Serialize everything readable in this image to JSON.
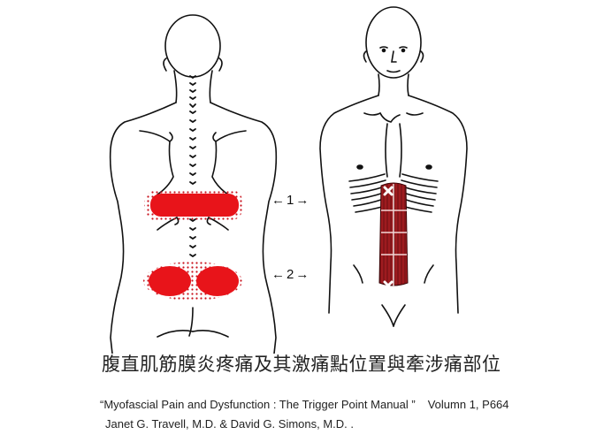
{
  "figure": {
    "left_view": "back-view-referred-pain",
    "right_view": "front-view-rectus-abdominis-trigger-points",
    "colors": {
      "pain_zone": "#e8141a",
      "pain_stipple": "#c8101a",
      "muscle": "#9e1b1f",
      "line": "#111111",
      "background": "#ffffff"
    },
    "markers": [
      {
        "label": "1",
        "position": "upper"
      },
      {
        "label": "2",
        "position": "lower"
      }
    ],
    "trigger_point_symbol": "X"
  },
  "caption": {
    "title_zh": "腹直肌筋膜炎疼痛及其激痛點位置與牽涉痛部位",
    "source_title": "“Myofascial Pain and Dysfunction : The Trigger Point Manual ”",
    "volume": "Volumn 1, P664",
    "authors": "Janet G. Travell, M.D. & David G. Simons, M.D. ."
  }
}
